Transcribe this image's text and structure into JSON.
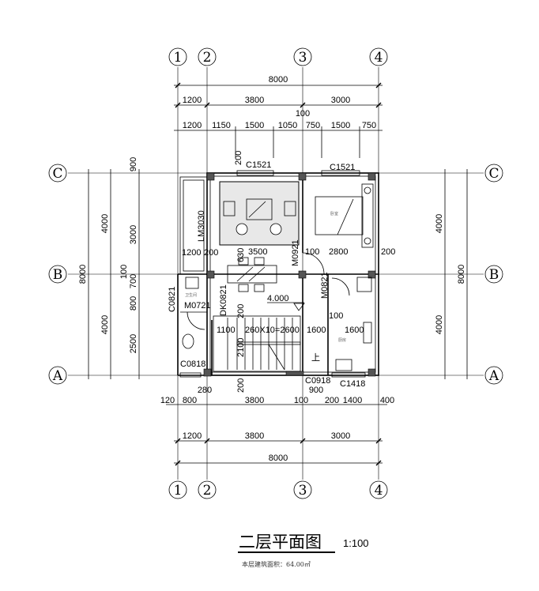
{
  "axes": {
    "vertical": [
      "1",
      "2",
      "3",
      "4"
    ],
    "horizontal": [
      "C",
      "B",
      "A"
    ]
  },
  "top": {
    "total": "8000",
    "row1": [
      "1200",
      "3800",
      "3000"
    ],
    "row2": [
      "1200",
      "1150",
      "1500",
      "1050",
      "750",
      "1500",
      "750"
    ],
    "extra": "100"
  },
  "bottom": {
    "row1": [
      "120",
      "800",
      "280",
      "3800",
      "100",
      "900",
      "200",
      "1400",
      "400"
    ],
    "row2": [
      "1200",
      "3800",
      "3000"
    ],
    "total": "8000"
  },
  "left": {
    "inner": [
      "900",
      "3000",
      "100",
      "800",
      "700",
      "2500"
    ],
    "mid": [
      "4000",
      "4000"
    ],
    "total": "8000"
  },
  "right": {
    "mid": [
      "4000",
      "4000"
    ],
    "total": "8000"
  },
  "labels": {
    "c1521_a": "C1521",
    "c1521_b": "C1521",
    "lm3030": "LM3030",
    "m0921": "M0921",
    "d1200": "1200",
    "d200a": "200",
    "d630": "630",
    "d3500": "3500",
    "d100a": "100",
    "d2800": "2800",
    "d200b": "200",
    "d200top": "200",
    "c0821": "C0821",
    "m0721": "M0721",
    "dk0821": "DK0821",
    "m0821": "M0821",
    "elev": "4.000",
    "d200c": "200",
    "d1100": "1100",
    "stair": "260X10=2600",
    "d1600a": "1600",
    "d100b": "100",
    "d1600b": "1600",
    "d2100": "2100",
    "up": "上",
    "c0818": "C0818",
    "d200d": "200",
    "c0918": "C0918",
    "c1418": "C1418",
    "bedroom": "卧室",
    "bathroom": "卫生间",
    "kitchen": "厨房"
  },
  "title": {
    "name": "二层平面图",
    "scale": "1:100",
    "area": "本层建筑面积：64.00㎡"
  }
}
